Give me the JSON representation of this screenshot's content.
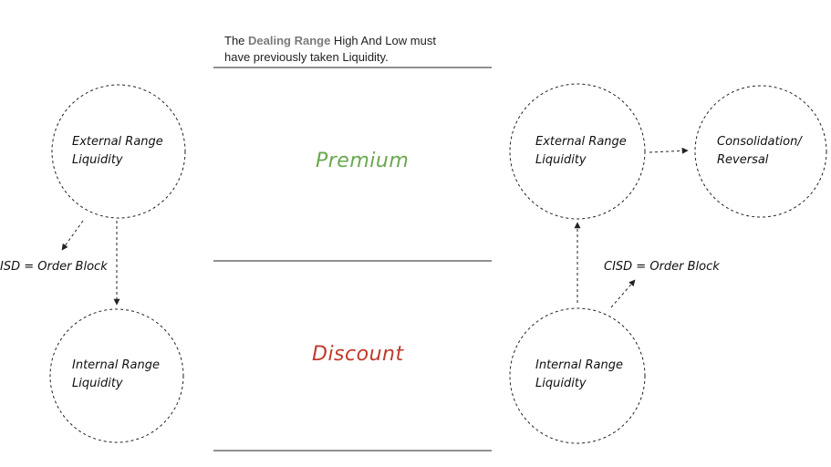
{
  "note": {
    "prefix": "The ",
    "highlight": "Dealing Range",
    "suffix": " High And Low must",
    "line2": "have previously taken Liquidity."
  },
  "zones": {
    "premium": "Premium",
    "discount": "Discount"
  },
  "left": {
    "external": {
      "line1": "External Range",
      "line2": "Liquidity"
    },
    "internal": {
      "line1": "Internal Range",
      "line2": "Liquidity"
    },
    "cisd": "ISD = Order Block"
  },
  "right": {
    "external": {
      "line1": "External Range",
      "line2": "Liquidity"
    },
    "reversal": {
      "line1": "Consolidation/",
      "line2": "Reversal"
    },
    "internal": {
      "line1": "Internal Range",
      "line2": "Liquidity"
    },
    "cisd": "CISD = Order Block"
  },
  "colors": {
    "premium": "#6aa84f",
    "discount": "#c0392b",
    "highlight": "#7a7a7a",
    "line": "#222222"
  }
}
